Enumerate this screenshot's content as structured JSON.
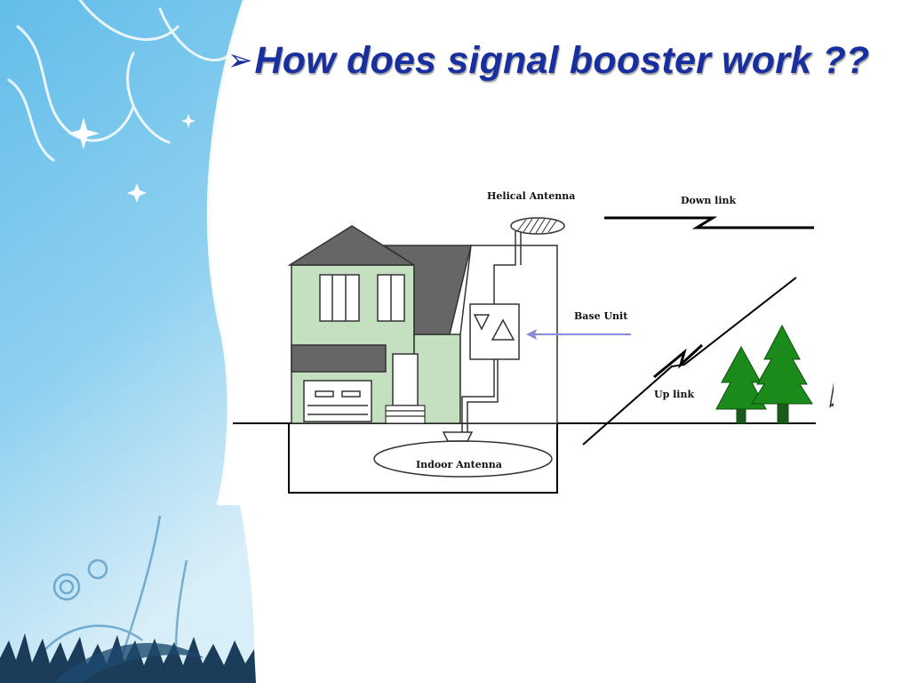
{
  "slide": {
    "bullet_glyph": "➢",
    "title": "How does signal booster work ??"
  },
  "diagram": {
    "labels": {
      "helical_antenna": "Helical Antenna",
      "down_link": "Down link",
      "base_unit": "Base Unit",
      "up_link": "Up link",
      "indoor_antenna": "Indoor Antenna"
    }
  },
  "colors": {
    "title": "#1a2f9e",
    "house_wall": "#c5e0c0",
    "roof": "#666666",
    "sidebar_light": "#d8eef8",
    "sidebar_mid": "#5fb8e6",
    "tree": "#1a8a1a",
    "arrow": "#8a8ad8"
  }
}
